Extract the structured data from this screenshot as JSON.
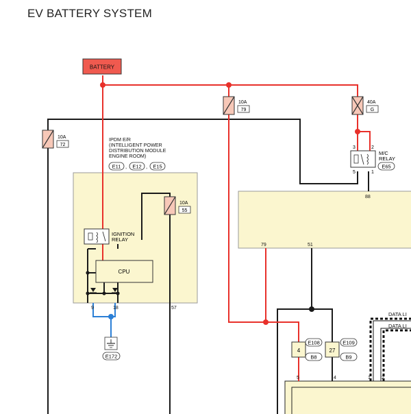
{
  "title": "EV BATTERY SYSTEM",
  "battery_label": "BATTERY",
  "fuses": {
    "f72": {
      "amps": "10A",
      "num": "72"
    },
    "f79": {
      "amps": "10A",
      "num": "79"
    },
    "fG": {
      "amps": "40A",
      "num": "G"
    },
    "f55": {
      "amps": "10A",
      "num": "55"
    }
  },
  "ipdm": {
    "title_lines": [
      "IPDM E/R",
      "(INTELLIGENT POWER",
      "DISTRIBUTION MODULE",
      "ENGINE ROOM)"
    ],
    "connectors": [
      "E11",
      "E12",
      "E15"
    ],
    "ignition_relay": [
      "IGNITION",
      "RELAY"
    ],
    "cpu": "CPU",
    "pins": {
      "p9": "9",
      "p18": "18",
      "p57": "57"
    }
  },
  "mc_relay": {
    "label_lines": [
      "M/C",
      "RELAY"
    ],
    "connector": "E65",
    "pins": {
      "p3": "3",
      "p2": "2",
      "p5": "5",
      "p1": "1"
    }
  },
  "module": {
    "pins": {
      "p88": "88",
      "p79": "79",
      "p51": "51"
    }
  },
  "ground_connector": "E172",
  "joint_connectors": {
    "left": {
      "pin": "4",
      "top": "E108",
      "bottom": "B8"
    },
    "right": {
      "pin": "27",
      "top": "E109",
      "bottom": "B9"
    }
  },
  "bottom_pins": {
    "p5": "5",
    "p4": "4",
    "p1": "1",
    "p2": "2"
  },
  "data_lines": [
    "DATA LI",
    "DATA LI"
  ],
  "colors": {
    "wire_red": "#e8302a",
    "wire_black": "#1a1a1a",
    "wire_blue": "#2a7fd6",
    "module_fill": "#fbf6cf",
    "battery_fill": "#f05a4f",
    "fuse_fill": "#f7c8b8"
  }
}
